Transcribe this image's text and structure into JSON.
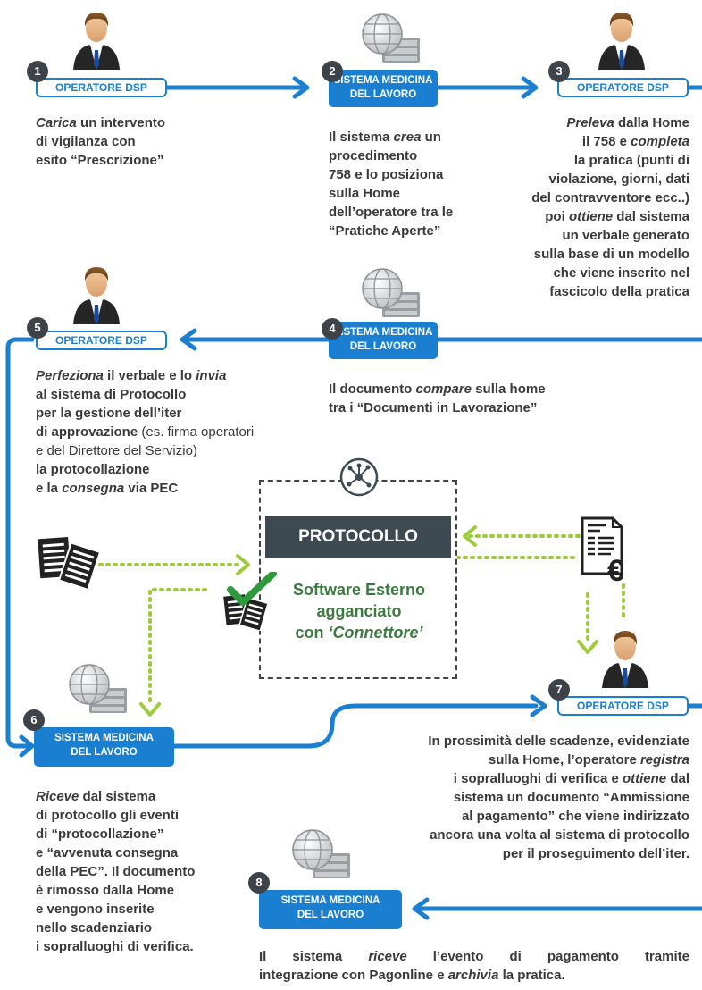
{
  "steps": [
    {
      "num": "1",
      "label": "OPERATORE DSP",
      "lines": [
        [
          {
            "t": "Carica",
            "i": true
          },
          {
            "t": " un intervento"
          }
        ],
        [
          {
            "t": "di vigilanza con"
          }
        ],
        [
          {
            "t": "esito “Prescrizione”"
          }
        ]
      ]
    },
    {
      "num": "2",
      "label_lines": [
        "SISTEMA MEDICINA",
        "DEL LAVORO"
      ],
      "lines": [
        [
          {
            "t": "Il sistema "
          },
          {
            "t": "crea",
            "i": true
          },
          {
            "t": " un"
          }
        ],
        [
          {
            "t": "procedimento"
          }
        ],
        [
          {
            "t": "758 e lo posiziona"
          }
        ],
        [
          {
            "t": "sulla Home"
          }
        ],
        [
          {
            "t": "dell’operatore tra le"
          }
        ],
        [
          {
            "t": "“Pratiche Aperte”"
          }
        ]
      ]
    },
    {
      "num": "3",
      "label": "OPERATORE DSP",
      "lines": [
        [
          {
            "t": "Preleva",
            "i": true
          },
          {
            "t": " dalla Home"
          }
        ],
        [
          {
            "t": "il 758 e "
          },
          {
            "t": "completa",
            "i": true
          }
        ],
        [
          {
            "t": "la pratica (punti di"
          }
        ],
        [
          {
            "t": "violazione, giorni, dati"
          }
        ],
        [
          {
            "t": "del contravventore ecc..)"
          }
        ],
        [
          {
            "t": "poi "
          },
          {
            "t": "ottiene",
            "i": true
          },
          {
            "t": " dal sistema"
          }
        ],
        [
          {
            "t": "un verbale generato"
          }
        ],
        [
          {
            "t": "sulla base di un modello"
          }
        ],
        [
          {
            "t": "che viene inserito nel"
          }
        ],
        [
          {
            "t": "fascicolo della pratica"
          }
        ]
      ]
    },
    {
      "num": "4",
      "label_lines": [
        "SISTEMA MEDICINA",
        "DEL LAVORO"
      ],
      "lines": [
        [
          {
            "t": "Il documento "
          },
          {
            "t": "compare",
            "i": true
          },
          {
            "t": " sulla home"
          }
        ],
        [
          {
            "t": "tra i “Documenti in Lavorazione”"
          }
        ]
      ]
    },
    {
      "num": "5",
      "label": "OPERATORE DSP",
      "lines": [
        [
          {
            "t": "Perfeziona",
            "i": true
          },
          {
            "t": " il verbale e lo "
          },
          {
            "t": "invia",
            "i": true
          }
        ],
        [
          {
            "t": "al sistema di Protocollo"
          }
        ],
        [
          {
            "t": "per la gestione dell’iter"
          }
        ],
        [
          {
            "t": "di approvazione"
          },
          {
            "t": " (es. firma operatori",
            "n": true
          }
        ],
        [
          {
            "t": "e del Direttore del Servizio)",
            "n": true
          }
        ],
        [
          {
            "t": "la protocollazione"
          }
        ],
        [
          {
            "t": "e la "
          },
          {
            "t": "consegna",
            "i": true
          },
          {
            "t": " via PEC"
          }
        ]
      ]
    },
    {
      "num": "6",
      "label_lines": [
        "SISTEMA MEDICINA",
        "DEL LAVORO"
      ],
      "lines": [
        [
          {
            "t": "Riceve",
            "i": true
          },
          {
            "t": " dal sistema"
          }
        ],
        [
          {
            "t": "di protocollo gli eventi"
          }
        ],
        [
          {
            "t": "di “protocollazione”"
          }
        ],
        [
          {
            "t": "e “avvenuta consegna"
          }
        ],
        [
          {
            "t": "della PEC”. Il documento"
          }
        ],
        [
          {
            "t": "è rimosso dalla Home"
          }
        ],
        [
          {
            "t": "e vengono inserite"
          }
        ],
        [
          {
            "t": "nello scadenziario"
          }
        ],
        [
          {
            "t": "i sopralluoghi di verifica."
          }
        ]
      ]
    },
    {
      "num": "7",
      "label": "OPERATORE DSP",
      "lines": [
        [
          {
            "t": "In prossimità delle scadenze, evidenziate"
          }
        ],
        [
          {
            "t": "sulla Home,  l’operatore "
          },
          {
            "t": "registra",
            "i": true
          }
        ],
        [
          {
            "t": "i sopralluoghi di verifica e "
          },
          {
            "t": "ottiene",
            "i": true
          },
          {
            "t": " dal"
          }
        ],
        [
          {
            "t": "sistema un documento “Ammissione"
          }
        ],
        [
          {
            "t": "al pagamento” che viene indirizzato"
          }
        ],
        [
          {
            "t": "ancora una volta al sistema di protocollo"
          }
        ],
        [
          {
            "t": "per il proseguimento dell’iter."
          }
        ]
      ]
    },
    {
      "num": "8",
      "label_lines": [
        "SISTEMA MEDICINA",
        "DEL LAVORO"
      ],
      "lines": [
        [
          {
            "t": "Il sistema "
          },
          {
            "t": "riceve",
            "i": true
          },
          {
            "t": " l’evento di pagamento tramite"
          }
        ],
        [
          {
            "t": "integrazione con Pagonline e "
          },
          {
            "t": "archivia",
            "i": true
          },
          {
            "t": " la pratica."
          }
        ]
      ]
    }
  ],
  "protocollo": {
    "title": "PROTOCOLLO",
    "line1": "Software Esterno",
    "line2": "agganciato",
    "line3_prefix": "con ",
    "line3_italic": "‘Connettore’"
  },
  "colors": {
    "blue": "#1a7fd1",
    "green": "#9ccc3a",
    "dark": "#3d4348",
    "check": "#2e9a3a"
  },
  "icons": [
    "person-icon",
    "server-globe-icon",
    "documents-icon",
    "invoice-euro-icon",
    "checkmark-icon",
    "network-hub-icon"
  ]
}
